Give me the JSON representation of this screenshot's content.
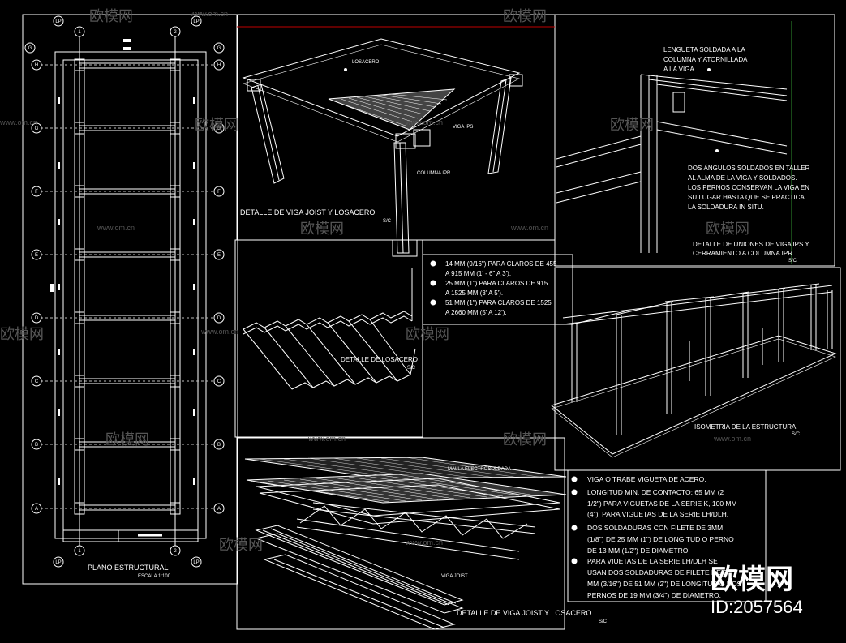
{
  "plan": {
    "title": "PLANO ESTRUCTURAL",
    "scale": "ESCALA 1:100",
    "grid_numbers": [
      "1",
      "2"
    ],
    "grid_letters": [
      "A",
      "B",
      "C",
      "D",
      "E",
      "F",
      "G",
      "H"
    ],
    "corner_tags": [
      "LP",
      "LP",
      "LP",
      "LP"
    ],
    "axis_tags": [
      "G",
      "G"
    ]
  },
  "detail_joist_top": {
    "title": "DETALLE DE VIGA JOIST Y LOSACERO",
    "scale": "S/C",
    "labels": {
      "losacero": "LOSACERO",
      "viga": "VIGA IPS",
      "columna": "COLUMNA IPR"
    }
  },
  "connection_detail": {
    "note1": [
      "LENGUETA SOLDADA A LA",
      "COLUMNA Y ATORNILLADA",
      "A LA VIGA."
    ],
    "note2": [
      "DOS ÁNGULOS SOLDADOS EN TALLER",
      "AL ALMA DE LA VIGA Y SOLDADOS.",
      "LOS PERNOS CONSERVAN LA VIGA EN",
      "SU LUGAR HASTA QUE SE PRACTICA",
      "LA SOLDADURA IN SITU."
    ],
    "title": [
      "DETALLE DE UNIONES DE VIGA IPS Y",
      "CERRAMIENTO A COLUMNA IPR"
    ],
    "scale": "S/C"
  },
  "losacero_detail": {
    "title": "DETALLE DE LOSACERO",
    "scale": "S/C"
  },
  "losacero_notes": [
    [
      "14 MM (9/16\") PARA CLAROS DE 455",
      "A 915 MM (1' - 6\" A 3')."
    ],
    [
      "25 MM (1\") PARA CLAROS DE 915",
      "A 1525 MM (3' A 5')."
    ],
    [
      "51 MM (1\") PARA CLAROS DE 1525",
      "A 2660 MM (5' A 12')."
    ]
  ],
  "isometric": {
    "title": "ISOMETRIA DE LA ESTRUCTURA",
    "scale": "S/C"
  },
  "exploded": {
    "title": "DETALLE DE VIGA JOIST Y LOSACERO",
    "scale": "S/C",
    "labels": {
      "malla": "MALLA ELECTROSOLDADA",
      "joist": "VIGA JOIST"
    }
  },
  "spec_notes": [
    [
      "VIGA O TRABE VIGUETA DE ACERO."
    ],
    [
      "LONGITUD MIN. DE CONTACTO: 65 MM (2",
      "1/2\") PARA VIGUETAS DE LA SERIE K, 100 MM",
      "(4\"), PARA VIGUETAS DE LA SERIE LH/DLH."
    ],
    [
      "DOS SOLDADURAS CON FILETE DE 3MM",
      "(1/8\") DE 25 MM (1\") DE LONGITUD O PERNO",
      "DE 13 MM (1/2\") DE DIAMETRO."
    ],
    [
      "PARA VIUETAS DE LA SERIE LH/DLH SE",
      "USAN DOS SOLDADURAS DE FILETE DE 5",
      "MM (3/16\") DE 51 MM (2\") DE LONGITUD O DOS",
      "PERNOS DE 19 MM (3/4\") DE DIAMETRO."
    ]
  ],
  "watermark": {
    "brand": "欧模网",
    "site": "www.om.cn",
    "id": "ID:2057564"
  },
  "colors": {
    "background": "#000000",
    "line": "#ffffff",
    "watermark": "#555555",
    "accent_red": "#c00000",
    "accent_green": "#2f8f2f"
  }
}
